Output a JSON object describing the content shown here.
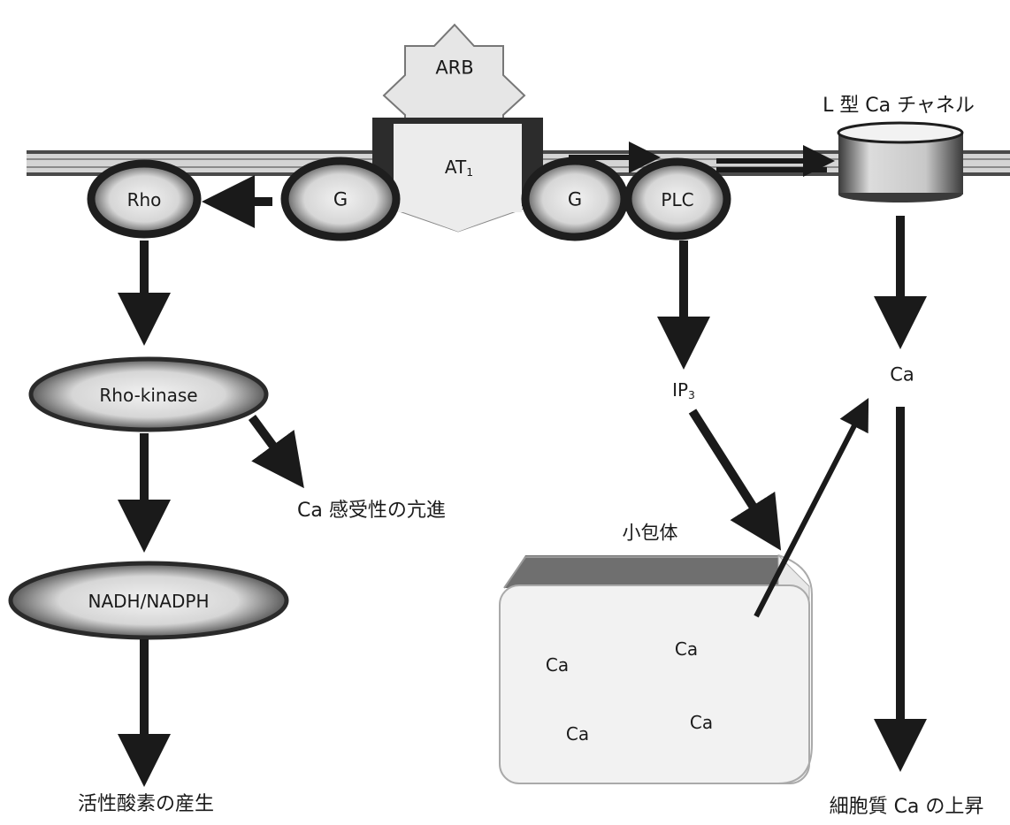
{
  "labels": {
    "arb": "ARB",
    "l_type_channel": "L 型 Ca チャネル",
    "at1_base": "AT",
    "at1_sub": "1",
    "g_left": "G",
    "g_right": "G",
    "rho": "Rho",
    "plc": "PLC",
    "rho_kinase": "Rho-kinase",
    "ca_sensitivity": "Ca 感受性の亢進",
    "nadh_nadph": "NADH/NADPH",
    "ros_production": "活性酸素の産生",
    "ip3_base": "IP",
    "ip3_sub": "3",
    "ca_top": "Ca",
    "sarcoplasmic_reticulum": "小包体",
    "ca_store_1": "Ca",
    "ca_store_2": "Ca",
    "ca_store_3": "Ca",
    "ca_store_4": "Ca",
    "cytosolic_ca_rise": "細胞質 Ca の上昇"
  },
  "colors": {
    "ink": "#1a1a1a",
    "membrane": "#cfcfcf",
    "node_dark": "#2a2a2a",
    "node_fill": "#e9e9e9",
    "receptor": "#ececec",
    "reticulum_fill": "#f3f3f3",
    "reticulum_top": "#6e6e6e"
  }
}
